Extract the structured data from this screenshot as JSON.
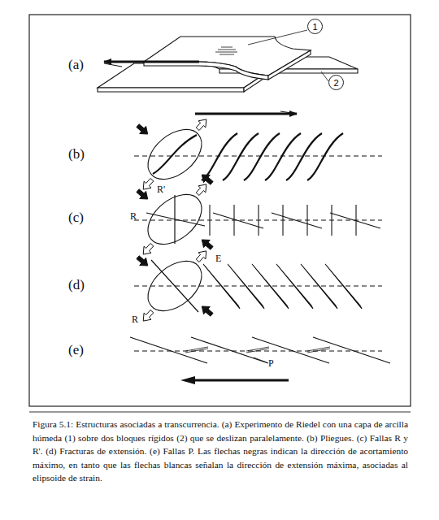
{
  "diagram": {
    "caption": "Figura 5.1: Estructuras asociadas a transcurrencia. (a) Experimento de Riedel con una capa de arcilla húmeda (1) sobre dos bloques rígidos (2) que se deslizan paralelamente. (b) Pliegues. (c) Fallas R y R'. (d) Fracturas de extensión. (e) Fallas P. Las flechas negras indican la dirección de acortamiento máximo, en tanto que las flechas blancas señalan la dirección de extensión máxima, asociadas al elipsoide de strain.",
    "nodes": [
      {
        "text": [
          "1"
        ]
      },
      {
        "text": [
          "2"
        ]
      }
    ],
    "labels": [
      "(a)",
      "(b)",
      "(c)",
      "(d)",
      "(e)",
      "R'",
      "R",
      "E",
      "R",
      "P"
    ]
  }
}
